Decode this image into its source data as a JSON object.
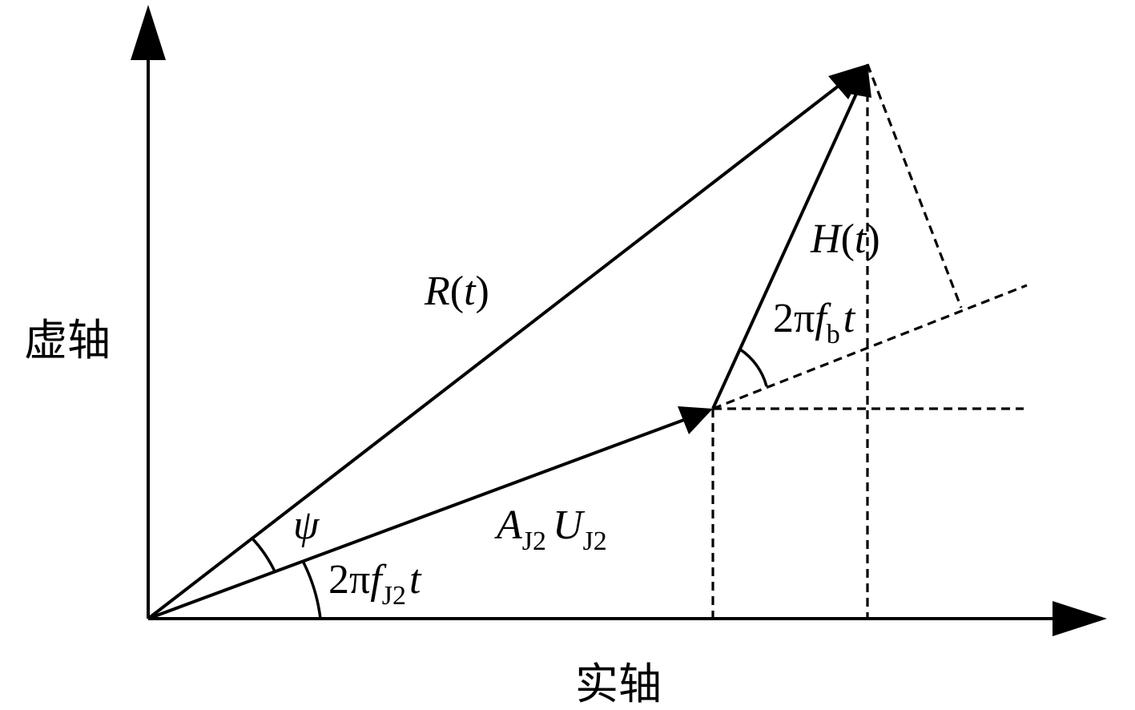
{
  "axes": {
    "imaginary_label": "虚轴",
    "real_label": "实轴"
  },
  "labels": {
    "resultant": {
      "name": "R",
      "arg": "t"
    },
    "interference": {
      "name": "H",
      "arg": "t"
    },
    "jammer": {
      "amp": "A",
      "amp_sub": "J2",
      "sig": "U",
      "sig_sub": "J2"
    },
    "psi": "ψ",
    "phase_beat": {
      "prefix": "2π",
      "f": "f",
      "sub": "b",
      "t": "t"
    },
    "phase_jammer": {
      "prefix": "2π",
      "f": "f",
      "sub": "J2",
      "t": "t"
    }
  }
}
